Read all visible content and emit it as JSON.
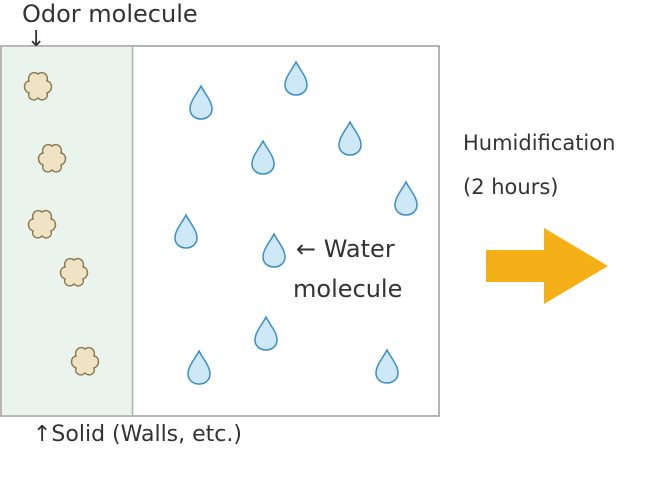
{
  "labels": {
    "odor_molecule": "Odor molecule",
    "odor_arrow": "↓",
    "water_arrow_text": "← Water",
    "water_text_2": "molecule",
    "solid": "↑Solid (Walls, etc.)",
    "humidification": "Humidification",
    "duration": "(2 hours)"
  },
  "colors": {
    "solid_region": "#eaf3ec",
    "solid_border": "#9bbf9e",
    "box_border": "#9a9a9a",
    "water_drop_fill": "#cfe8f7",
    "water_drop_stroke": "#3a8fc8",
    "odor_fill": "#efe3c4",
    "odor_stroke": "#8a7a55",
    "arrow": "#f5b017"
  },
  "icons": {
    "water": "water-drop-icon",
    "odor": "odor-molecule-icon",
    "process": "right-arrow-icon"
  }
}
